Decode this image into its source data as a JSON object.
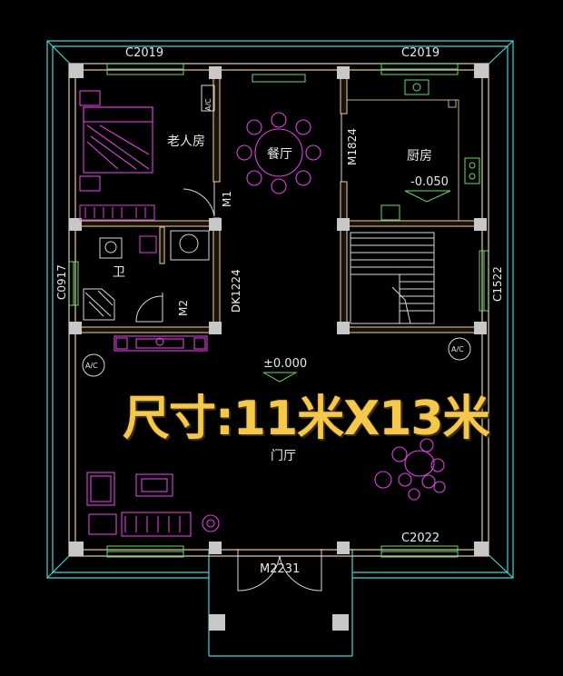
{
  "colors": {
    "background": "#000000",
    "wall": "#c9ad8e",
    "outline": "#3fd6d6",
    "furniture": "#e23fe2",
    "text": "#e8e8e8",
    "fixture": "#5fe05f",
    "column": "#c8c8c8",
    "overlay": "#f4c84a"
  },
  "overlay_title": "尺寸:11米X13米",
  "rooms": {
    "elder_room": "老人房",
    "dining": "餐厅",
    "kitchen": "厨房",
    "bath": "卫",
    "hall": "门厅"
  },
  "labels": {
    "window_top_left": "C2019",
    "window_top_right": "C2019",
    "window_left": "C0917",
    "window_right": "C1522",
    "window_bottom": "C2022",
    "door_main": "M2231",
    "door_m1": "M1",
    "door_m2": "M2",
    "door_kitchen": "M1824",
    "door_dk": "DK1224",
    "ac_small": "A/C",
    "ac_left": "A/C",
    "ac_right": "A/C",
    "elevation_hall": "±0.000",
    "elevation_kitchen": "-0.050"
  }
}
